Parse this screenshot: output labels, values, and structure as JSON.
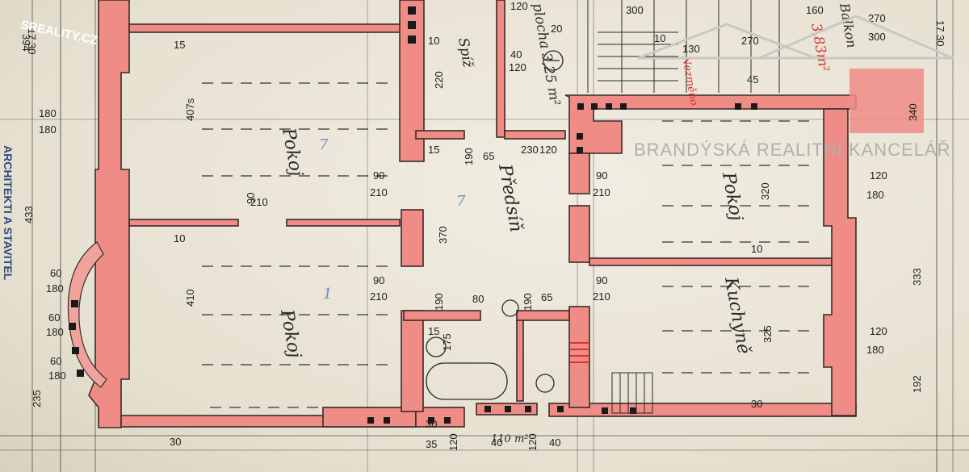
{
  "watermarks": {
    "sreality": "SREALITY.CZ",
    "agency": "BRANDÝSKÁ REALITNÍ KANCELÁŘ",
    "architects": "ARCHITEKTI A STAVITEL"
  },
  "rooms": {
    "pokoj_top": "Pokoj",
    "pokoj_bottom": "Pokoj",
    "pokoj_right": "Pokoj",
    "kuchyne": "Kuchyně",
    "predsin": "Předsíň",
    "spiz": "Spíž"
  },
  "handwritten": {
    "balcony_label": "Balkon",
    "area_label": "3,83m²",
    "red_note": "Nezměno",
    "area_predsin": "plocha 3,25 m²",
    "area_bottom": "110 m²",
    "seven_a": "7",
    "seven_b": "7",
    "one": "1"
  },
  "dimensions": {
    "top_17_30": "17 30",
    "left_394": "394",
    "left_180a": "180",
    "left_180b": "180",
    "left_433": "433",
    "left_60a": "60",
    "left_180c": "180",
    "left_60b": "60",
    "left_180d": "180",
    "left_60c": "60",
    "left_180e": "180",
    "left_235": "235",
    "room1_15": "15",
    "room1_407": "407s",
    "room1_90": "90",
    "room1_210": "210",
    "mid_90": "90",
    "mid_210": "210",
    "mid_10": "10",
    "room2_410": "410",
    "room2_90": "90",
    "room2_210": "210",
    "bottom_30": "30",
    "spiz_10": "10",
    "spiz_220": "220",
    "spiz_40": "40",
    "spiz_120": "120",
    "spiz_120b": "120",
    "spiz_20": "20",
    "hall_15": "15",
    "hall_190": "190",
    "hall_65": "65",
    "hall_230": "230",
    "hall_120": "120",
    "hall_370": "370",
    "bath_190": "190",
    "bath_80": "80",
    "bath_190b": "190",
    "bath_65": "65",
    "bath_15": "15",
    "bath_175": "175",
    "bot_30": "30",
    "bot_35": "35",
    "bot_120": "120",
    "bot_40": "40",
    "bot_120b": "120",
    "bot_40b": "40",
    "stair_300": "300",
    "stair_10": "10",
    "stair_130": "130",
    "stair_270": "270",
    "stair_45": "45",
    "stair_160": "160",
    "right_270": "270",
    "right_300": "300",
    "right_340": "340",
    "right_1730": "17 30",
    "rroom_90": "90",
    "rroom_210": "210",
    "rroom_320": "320",
    "rroom_10": "10",
    "right_120a": "120",
    "right_180a": "180",
    "right_333": "333",
    "kit_90": "90",
    "kit_210": "210",
    "kit_325": "325",
    "kit_30": "30",
    "right_120b": "120",
    "right_180b": "180",
    "right_192": "192"
  }
}
